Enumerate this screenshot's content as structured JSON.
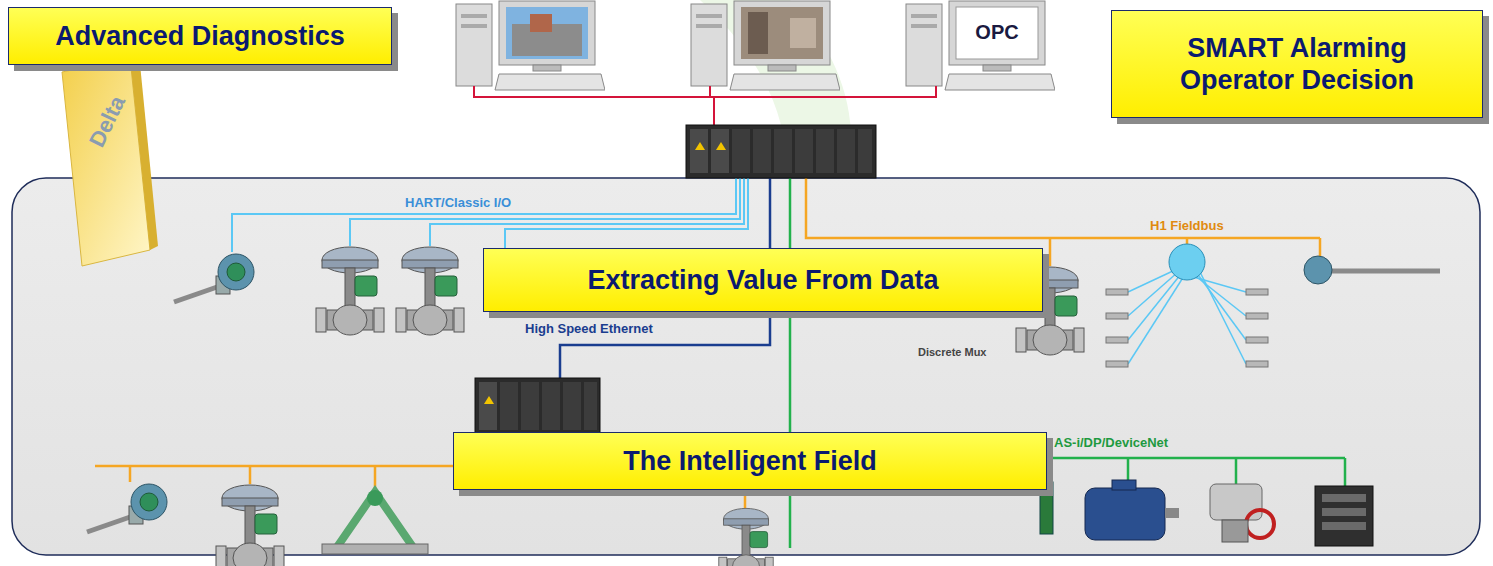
{
  "diagram": {
    "nodes": [
      {
        "text": [
          "Advanced Diagnostics"
        ]
      },
      {
        "text": [
          "SMART Alarming Operator Decision"
        ]
      },
      {
        "text": [
          "Extracting Value From Data"
        ]
      },
      {
        "text": [
          "The Intelligent Field"
        ]
      }
    ],
    "labels": [
      "Delta",
      "OPC",
      "HART/Classic I/O",
      "H1 Fieldbus",
      "High Speed Ethernet",
      "Discrete Mux",
      "AS-i/DP/DeviceNet"
    ]
  }
}
